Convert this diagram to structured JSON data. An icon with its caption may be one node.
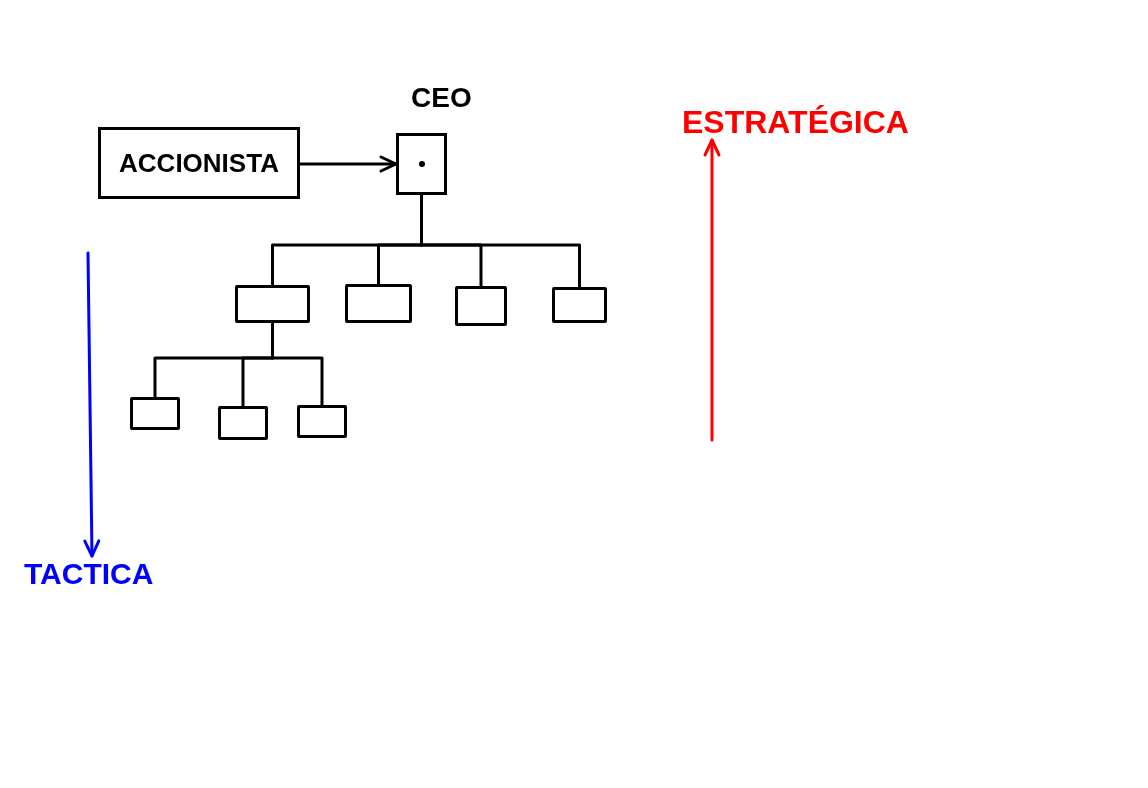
{
  "diagram": {
    "nodes": [
      {
        "text": [
          "ACCIONISTA"
        ]
      },
      {
        "text": [
          "CEO"
        ]
      },
      {
        "text": [],
        "shape": "box"
      },
      {
        "text": [],
        "shape": "box"
      },
      {
        "text": [],
        "shape": "box"
      },
      {
        "text": [],
        "shape": "box"
      },
      {
        "text": [],
        "shape": "box"
      },
      {
        "text": [],
        "shape": "box"
      },
      {
        "text": [],
        "shape": "box"
      },
      {
        "text": [
          "ESTRATÉGICA"
        ]
      },
      {
        "text": [
          "TACTICA"
        ]
      }
    ],
    "edges": [
      {
        "from": 0,
        "to": 1,
        "arrow": "to"
      },
      {
        "from": 1,
        "to": 2,
        "arrow": "none"
      },
      {
        "from": 1,
        "to": 3,
        "arrow": "none"
      },
      {
        "from": 1,
        "to": 4,
        "arrow": "none"
      },
      {
        "from": 1,
        "to": 5,
        "arrow": "none"
      },
      {
        "from": 2,
        "to": 6,
        "arrow": "none"
      },
      {
        "from": 2,
        "to": 7,
        "arrow": "none"
      },
      {
        "from": 2,
        "to": 8,
        "arrow": "none"
      },
      {
        "from": null,
        "to": 9,
        "arrow": "to",
        "color": "#ff0000"
      },
      {
        "from": null,
        "to": 10,
        "arrow": "to",
        "color": "#0000ff"
      }
    ]
  }
}
